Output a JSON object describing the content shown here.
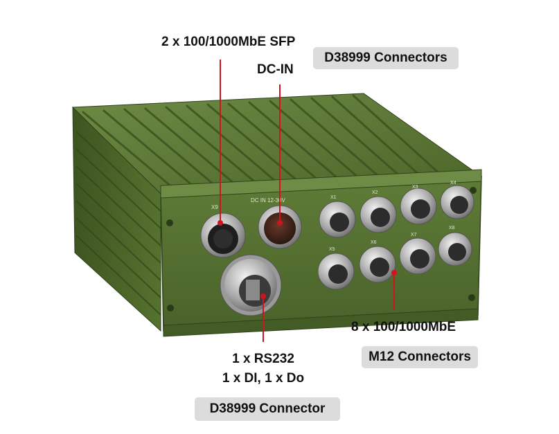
{
  "callouts": {
    "sfp": {
      "text": "2 x 100/1000MbE SFP"
    },
    "d38999_top": {
      "text": "D38999 Connectors"
    },
    "dcin": {
      "text": "DC-IN"
    },
    "mbe8": {
      "text": "8 x 100/1000MbE"
    },
    "m12": {
      "text": "M12 Connectors"
    },
    "rs232_line1": {
      "text": "1 x RS232"
    },
    "rs232_line2": {
      "text": "1 x DI, 1 x Do"
    },
    "d38999_bottom": {
      "text": "D38999 Connector"
    }
  },
  "panel_markings": {
    "x9": "X9",
    "dc_in": "DC  IN  12-30V",
    "x1": "X1",
    "x2": "X2",
    "x3": "X3",
    "x4": "X4",
    "x5": "X5",
    "x6": "X6",
    "x7": "X7",
    "x8": "X8"
  },
  "colors": {
    "enclosure": "#4f6a2c",
    "enclosure_dark": "#3a4f1f",
    "enclosure_light": "#6d8a44",
    "leader_line": "#d0141e",
    "pill_background": "#dcdcdc"
  }
}
